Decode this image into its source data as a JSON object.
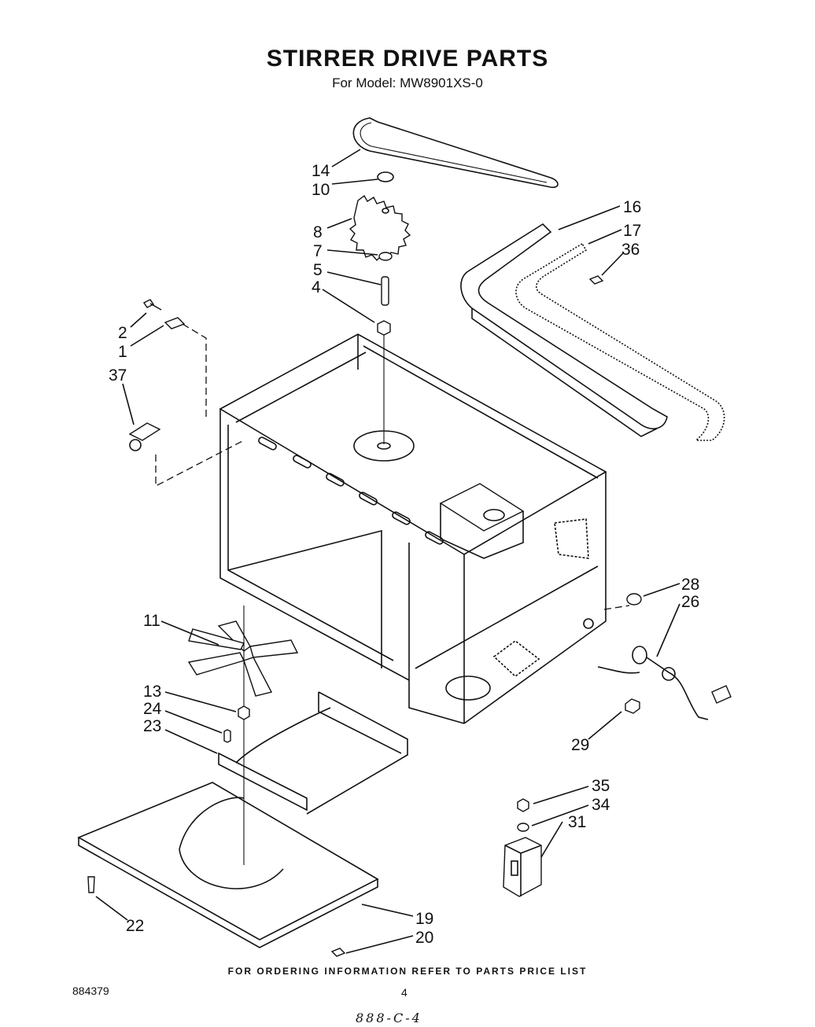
{
  "header": {
    "title": "STIRRER DRIVE PARTS",
    "subtitle": "For Model: MW8901XS-0"
  },
  "callouts": [
    "14",
    "10",
    "8",
    "7",
    "5",
    "4",
    "2",
    "1",
    "37",
    "16",
    "17",
    "36",
    "28",
    "26",
    "11",
    "13",
    "24",
    "23",
    "29",
    "35",
    "34",
    "31",
    "22",
    "19",
    "20"
  ],
  "footer": {
    "note": "FOR ORDERING INFORMATION REFER TO PARTS PRICE LIST",
    "doc_number": "884379",
    "page_number": "4",
    "handwritten": "888-C-4"
  }
}
